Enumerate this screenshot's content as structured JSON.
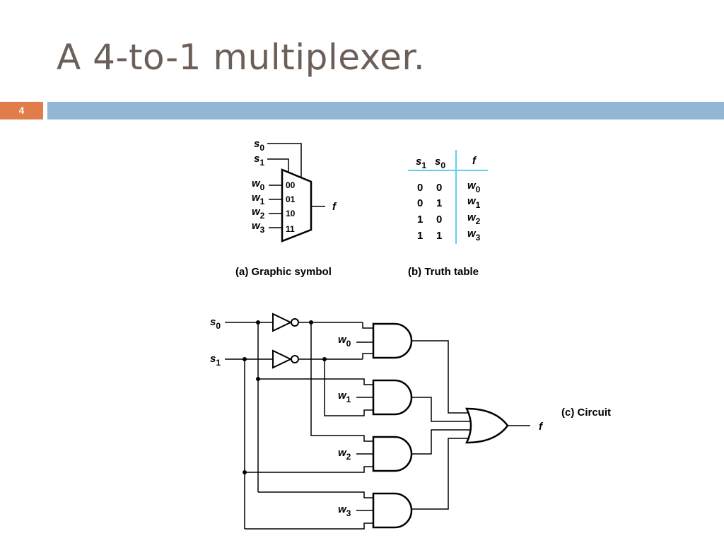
{
  "slide": {
    "title": "A 4-to-1 multiplexer.",
    "page_number": "4"
  },
  "symbol": {
    "select_labels": [
      {
        "letter": "s",
        "index": "0"
      },
      {
        "letter": "s",
        "index": "1"
      }
    ],
    "input_labels": [
      {
        "letter": "w",
        "index": "0",
        "code": "00"
      },
      {
        "letter": "w",
        "index": "1",
        "code": "01"
      },
      {
        "letter": "w",
        "index": "2",
        "code": "10"
      },
      {
        "letter": "w",
        "index": "3",
        "code": "11"
      }
    ],
    "output_label": "f",
    "caption": "(a) Graphic symbol"
  },
  "truth_table": {
    "headers": [
      {
        "letter": "s",
        "index": "1"
      },
      {
        "letter": "s",
        "index": "0"
      },
      {
        "letter": "f",
        "index": ""
      }
    ],
    "rows": [
      {
        "s1": "0",
        "s0": "0",
        "f_letter": "w",
        "f_index": "0"
      },
      {
        "s1": "0",
        "s0": "1",
        "f_letter": "w",
        "f_index": "1"
      },
      {
        "s1": "1",
        "s0": "0",
        "f_letter": "w",
        "f_index": "2"
      },
      {
        "s1": "1",
        "s0": "1",
        "f_letter": "w",
        "f_index": "3"
      }
    ],
    "caption": "(b) Truth table"
  },
  "circuit": {
    "select_labels": [
      {
        "letter": "s",
        "index": "0"
      },
      {
        "letter": "s",
        "index": "1"
      }
    ],
    "input_labels": [
      {
        "letter": "w",
        "index": "0"
      },
      {
        "letter": "w",
        "index": "1"
      },
      {
        "letter": "w",
        "index": "2"
      },
      {
        "letter": "w",
        "index": "3"
      }
    ],
    "output_label": "f",
    "caption": "(c) Circuit"
  },
  "colors": {
    "title": "#6b5f58",
    "badge": "#e07d4b",
    "header_bar": "#93b6d4",
    "table_lines": "#5fd0f0"
  }
}
